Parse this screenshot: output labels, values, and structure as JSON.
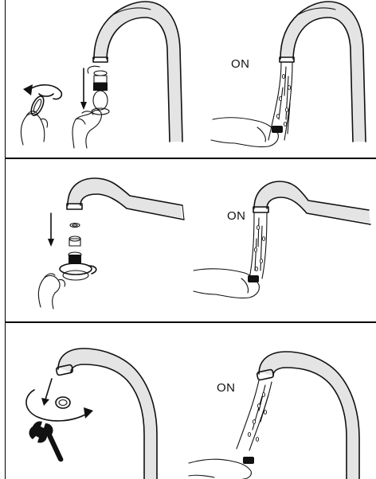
{
  "panels": [
    {
      "on_label": "ON"
    },
    {
      "on_label": "ON"
    },
    {
      "on_label": "ON"
    }
  ],
  "icons": {
    "faucet": "gooseneck-faucet-icon",
    "aerator": "aerator-icon",
    "hand": "hand-icon",
    "wrench": "wrench-icon",
    "water": "water-stream-icon",
    "arrow": "rotate-arrow-icon"
  },
  "colors": {
    "line": "#111111",
    "chrome_shade": "#e4e4e4",
    "background": "#ffffff"
  }
}
